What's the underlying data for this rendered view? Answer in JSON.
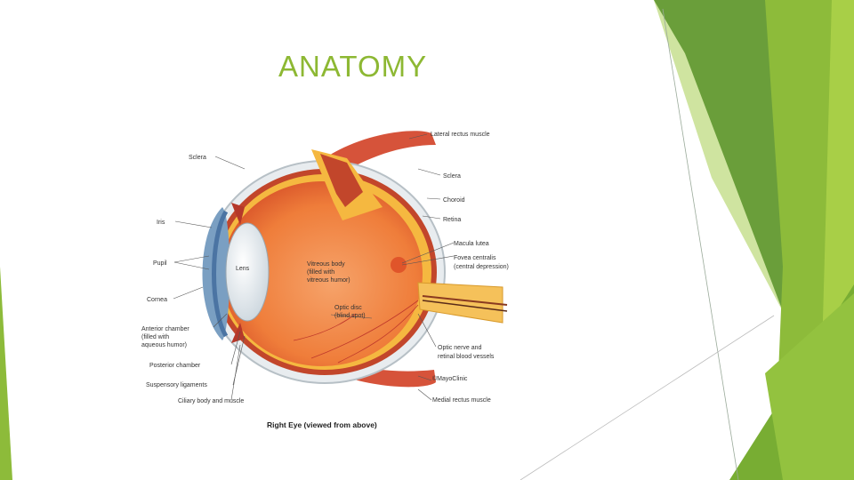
{
  "slide": {
    "title": "ANATOMY"
  },
  "diagram": {
    "labels": {
      "lateral_rectus": "Lateral rectus muscle",
      "sclera_left": "Sclera",
      "sclera_right": "Sclera",
      "choroid": "Choroid",
      "retina": "Retina",
      "iris": "Iris",
      "macula": "Macula lutea",
      "fovea_1": "Fovea centralis",
      "fovea_2": "(central depression)",
      "pupil": "Pupil",
      "lens": "Lens",
      "vitreous_1": "Vitreous body",
      "vitreous_2": "(filled with",
      "vitreous_3": "vitreous humor)",
      "cornea": "Cornea",
      "optic_disc_1": "Optic disc",
      "optic_disc_2": "(blind spot)",
      "anterior_1": "Anterior chamber",
      "anterior_2": "(filled with",
      "anterior_3": "aqueous humor)",
      "optic_nerve_1": "Optic nerve and",
      "optic_nerve_2": "retinal blood vessels",
      "posterior": "Posterior chamber",
      "suspensory": "Suspensory ligaments",
      "medial_rectus": "Medial rectus muscle",
      "ciliary": "Ciliary body and muscle",
      "copyright": "©MayoClinic"
    },
    "caption": "Right Eye (viewed from above)"
  },
  "colors": {
    "title": "#8db833",
    "green_dark": "#5e9a2e",
    "green_mid": "#7cb342",
    "green_light": "#a5cc52",
    "green_pale": "#cfe4a0"
  }
}
